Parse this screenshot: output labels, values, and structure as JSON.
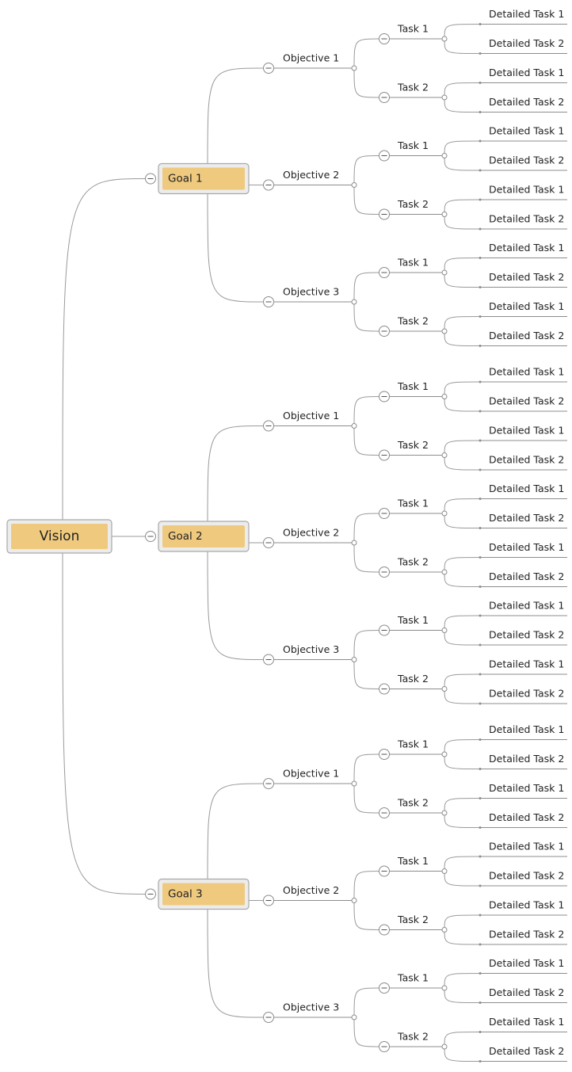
{
  "mindmap": {
    "root": {
      "label": "Vision",
      "goals": [
        {
          "label": "Goal 1",
          "objectives": [
            {
              "label": "Objective 1",
              "tasks": [
                {
                  "label": "Task 1",
                  "details": [
                    "Detailed Task 1",
                    "Detailed Task 2"
                  ]
                },
                {
                  "label": "Task 2",
                  "details": [
                    "Detailed Task 1",
                    "Detailed Task 2"
                  ]
                }
              ]
            },
            {
              "label": "Objective 2",
              "tasks": [
                {
                  "label": "Task 1",
                  "details": [
                    "Detailed Task 1",
                    "Detailed Task 2"
                  ]
                },
                {
                  "label": "Task 2",
                  "details": [
                    "Detailed Task 1",
                    "Detailed Task 2"
                  ]
                }
              ]
            },
            {
              "label": "Objective 3",
              "tasks": [
                {
                  "label": "Task 1",
                  "details": [
                    "Detailed Task 1",
                    "Detailed Task 2"
                  ]
                },
                {
                  "label": "Task 2",
                  "details": [
                    "Detailed Task 1",
                    "Detailed Task 2"
                  ]
                }
              ]
            }
          ]
        },
        {
          "label": "Goal 2",
          "objectives": [
            {
              "label": "Objective 1",
              "tasks": [
                {
                  "label": "Task 1",
                  "details": [
                    "Detailed Task 1",
                    "Detailed Task 2"
                  ]
                },
                {
                  "label": "Task 2",
                  "details": [
                    "Detailed Task 1",
                    "Detailed Task 2"
                  ]
                }
              ]
            },
            {
              "label": "Objective 2",
              "tasks": [
                {
                  "label": "Task 1",
                  "details": [
                    "Detailed Task 1",
                    "Detailed Task 2"
                  ]
                },
                {
                  "label": "Task 2",
                  "details": [
                    "Detailed Task 1",
                    "Detailed Task 2"
                  ]
                }
              ]
            },
            {
              "label": "Objective 3",
              "tasks": [
                {
                  "label": "Task 1",
                  "details": [
                    "Detailed Task 1",
                    "Detailed Task 2"
                  ]
                },
                {
                  "label": "Task 2",
                  "details": [
                    "Detailed Task 1",
                    "Detailed Task 2"
                  ]
                }
              ]
            }
          ]
        },
        {
          "label": "Goal 3",
          "objectives": [
            {
              "label": "Objective 1",
              "tasks": [
                {
                  "label": "Task 1",
                  "details": [
                    "Detailed Task 1",
                    "Detailed Task 2"
                  ]
                },
                {
                  "label": "Task 2",
                  "details": [
                    "Detailed Task 1",
                    "Detailed Task 2"
                  ]
                }
              ]
            },
            {
              "label": "Objective 2",
              "tasks": [
                {
                  "label": "Task 1",
                  "details": [
                    "Detailed Task 1",
                    "Detailed Task 2"
                  ]
                },
                {
                  "label": "Task 2",
                  "details": [
                    "Detailed Task 1",
                    "Detailed Task 2"
                  ]
                }
              ]
            },
            {
              "label": "Objective 3",
              "tasks": [
                {
                  "label": "Task 1",
                  "details": [
                    "Detailed Task 1",
                    "Detailed Task 2"
                  ]
                },
                {
                  "label": "Task 2",
                  "details": [
                    "Detailed Task 1",
                    "Detailed Task 2"
                  ]
                }
              ]
            }
          ]
        }
      ]
    },
    "colors": {
      "topic_fill": "#efc97e",
      "topic_border": "#a8a8a8",
      "topic_frame": "#ececec",
      "connector": "#9a9a9a"
    },
    "icons": {
      "collapse": "minus-circle-icon"
    }
  }
}
